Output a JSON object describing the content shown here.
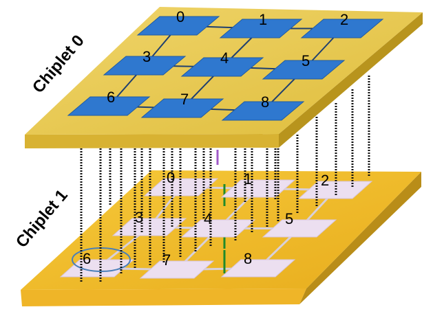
{
  "chiplets": [
    {
      "label": "Chiplet 0",
      "node_labels": [
        "0",
        "1",
        "2",
        "3",
        "4",
        "5",
        "6",
        "7",
        "8"
      ],
      "colors": {
        "top": "#e9c94a",
        "front": "#d8b232",
        "side": "#b8941d",
        "node": "#2f78cf",
        "node_edge": "#1f5aa3"
      }
    },
    {
      "label": "Chiplet 1",
      "node_labels": [
        "0",
        "1",
        "2",
        "3",
        "4",
        "5",
        "6",
        "7",
        "8"
      ],
      "colors": {
        "top": "#f2c232",
        "front": "#f0b728",
        "side": "#b98d18",
        "node": "#ecdff0",
        "node_edge": "#d7c6dc"
      }
    }
  ],
  "grid": {
    "rows": 3,
    "cols": 3
  },
  "links": {
    "top_color": "#1f3f6f",
    "bottom_color": "#d8d0da",
    "vertical_green": "#1f8a2a",
    "vertical_purple": "#a15ac8"
  },
  "via_color": "#111111",
  "highlight_ring_color": "#4a7fb8"
}
